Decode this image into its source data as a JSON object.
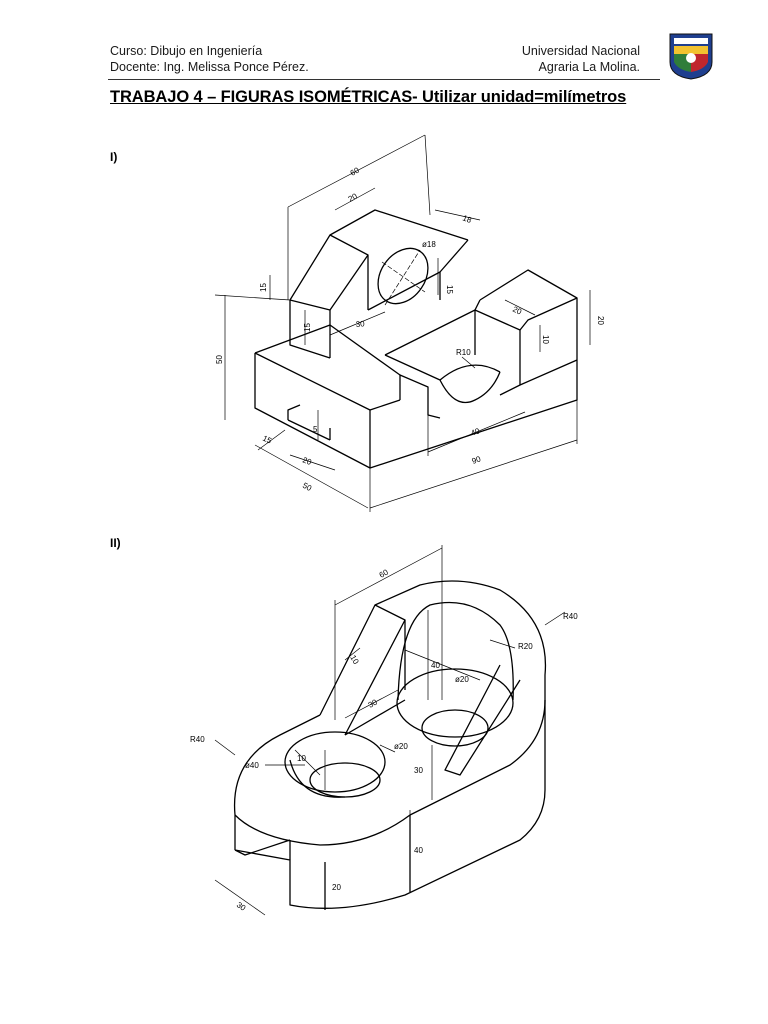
{
  "header": {
    "course_line": "Curso: Dibujo en Ingeniería",
    "teacher_line": "Docente: Ing. Melissa Ponce Pérez.",
    "university_line1": "Universidad Nacional",
    "university_line2": "Agraria La Molina."
  },
  "title": "TRABAJO 4 – FIGURAS ISOMÉTRICAS- Utilizar unidad=milímetros",
  "figures": [
    {
      "label": "I)",
      "dimensions": [
        "60",
        "20",
        "18",
        "ø18",
        "15",
        "15",
        "15",
        "30",
        "20",
        "20",
        "10",
        "R10",
        "50",
        "15",
        "5",
        "20",
        "40",
        "90",
        "50"
      ]
    },
    {
      "label": "II)",
      "dimensions": [
        "60",
        "R40",
        "R20",
        "10",
        "40",
        "ø20",
        "30",
        "R40",
        "ø20",
        "ø40",
        "10",
        "30",
        "40",
        "20",
        "30"
      ]
    }
  ],
  "colors": {
    "ink": "#000000",
    "logo_blue": "#1f3f8f",
    "logo_red": "#c0272d",
    "logo_green": "#2f7d3a",
    "logo_yellow": "#f2c230"
  }
}
